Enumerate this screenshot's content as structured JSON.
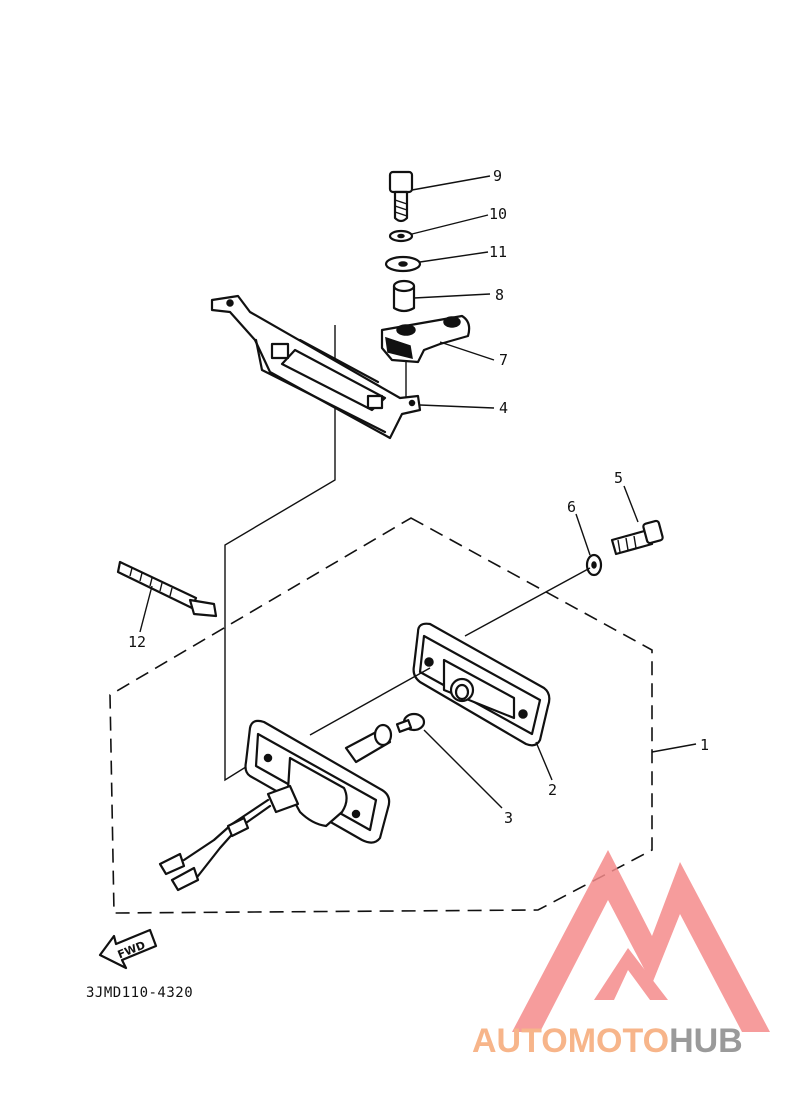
{
  "callouts": {
    "c1": "1",
    "c2": "2",
    "c3": "3",
    "c4": "4",
    "c5": "5",
    "c6": "6",
    "c7": "7",
    "c8": "8",
    "c9": "9",
    "c10": "10",
    "c11": "11",
    "c12": "12"
  },
  "diagram_code": "3JMD110-4320",
  "fwd_label": "FWD",
  "watermark": {
    "part1": "AUTOMOTO",
    "part2": "HUB",
    "color1": "#f7b58a",
    "color2": "#9a9a9a",
    "logo_color": "#f58b8b"
  }
}
